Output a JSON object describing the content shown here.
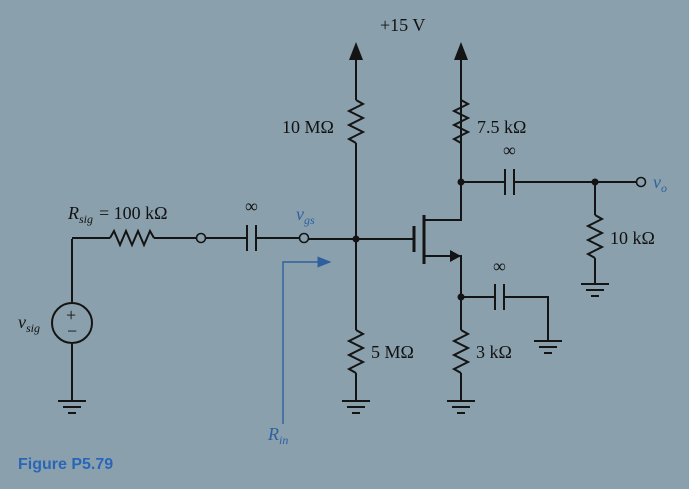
{
  "figure": {
    "caption": "Figure P5.79"
  },
  "circuit": {
    "supply": "+15 V",
    "resistors": {
      "r_gate_top": "10 MΩ",
      "r_drain": "7.5 kΩ",
      "r_load": "10 kΩ",
      "r_gate_bottom": "5 MΩ",
      "r_source": "3 kΩ"
    },
    "source_resistor": {
      "symbol": "R",
      "subscript": "sig",
      "value": "= 100 kΩ"
    },
    "capacitor_value": "∞",
    "signal_source": {
      "symbol": "v",
      "subscript": "sig",
      "plus": "+",
      "minus": "−"
    },
    "node_vgs": {
      "symbol": "v",
      "subscript": "gs"
    },
    "output": {
      "symbol": "v",
      "subscript": "o"
    },
    "input_resistance": {
      "symbol": "R",
      "subscript": "in"
    }
  }
}
